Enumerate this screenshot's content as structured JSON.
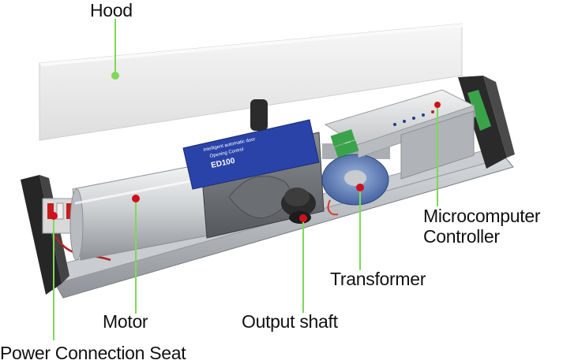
{
  "labels": {
    "hood": "Hood",
    "microcomputer_line1": "Microcomputer",
    "microcomputer_line2": "Controller",
    "transformer": "Transformer",
    "motor": "Motor",
    "output_shaft": "Output shaft",
    "power_seat": "Power Connection Seat"
  },
  "plate": {
    "line1": "Intelligent automatic door",
    "line2": "Opening Control",
    "model": "ED100"
  },
  "colors": {
    "leader_line": "#7ed957",
    "marker_dot": "#d0101e",
    "plate_blue": "#2a43a8",
    "pcb_green": "#3aa34a",
    "rail_silver": "#b9bdc2",
    "hood_white": "#eeeeee"
  }
}
